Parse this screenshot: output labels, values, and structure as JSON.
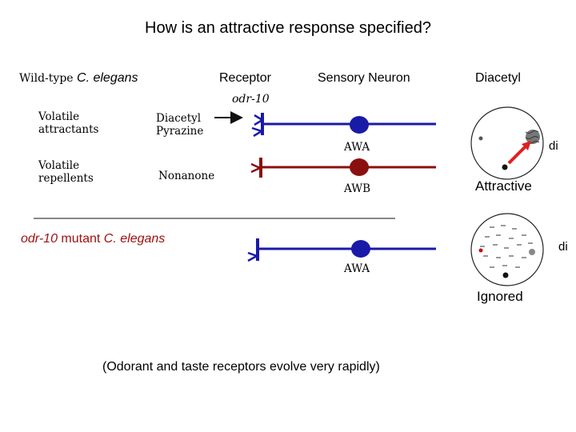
{
  "title": "How is an attractive response specified?",
  "wild_type": {
    "prefix": "Wild-type",
    "species": "C. elegans"
  },
  "headers": {
    "receptor": "Receptor",
    "sensory_neuron": "Sensory Neuron",
    "diacetyl": "Diacetyl"
  },
  "receptor_gene": "odr-10",
  "rows": {
    "attractants": {
      "label_line1": "Volatile",
      "label_line2": "attractants",
      "odorant_line1": "Diacetyl",
      "odorant_line2": "Pyrazine",
      "neuron": "AWA"
    },
    "repellents": {
      "label_line1": "Volatile",
      "label_line2": "repellents",
      "odorant": "Nonanone",
      "neuron": "AWB"
    }
  },
  "wildtype_plate": {
    "odorant_label": "di",
    "result": "Attractive"
  },
  "mutant": {
    "gene": "odr-10",
    "text": "mutant",
    "species": "C. elegans",
    "neuron": "AWA"
  },
  "mutant_plate": {
    "odorant_label": "di",
    "result": "Ignored"
  },
  "footer": "(Odorant and taste receptors evolve very rapidly)",
  "colors": {
    "awa_neuron": "#1a1aa8",
    "awb_neuron": "#8a1010",
    "mutant_text": "#a01010",
    "arrow": "#e02020"
  }
}
